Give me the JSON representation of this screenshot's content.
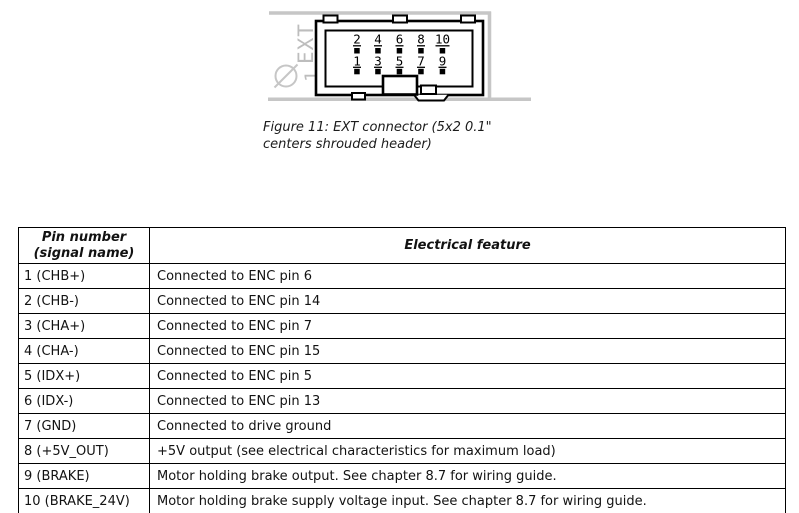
{
  "figure": {
    "caption_line1": "Figure 11: EXT connector (5x2 0.1\"",
    "caption_line2": "centers shrouded header)",
    "silkscreen_label": "EXT",
    "pin1_marker": "1",
    "pins_top": [
      "2",
      "4",
      "6",
      "8",
      "10"
    ],
    "pins_bottom": [
      "1",
      "3",
      "5",
      "7",
      "9"
    ]
  },
  "colors": {
    "silkscreen_gray": "#c6c6c6",
    "label_gray": "#bdbdbd",
    "outline_black": "#000000",
    "text": "#121212"
  },
  "table": {
    "headers": {
      "col1_line1": "Pin number",
      "col1_line2": "(signal name)",
      "col2": "Electrical feature"
    },
    "rows": [
      {
        "pin": "1 (CHB+)",
        "feature": "Connected to ENC pin 6"
      },
      {
        "pin": "2 (CHB-)",
        "feature": "Connected to ENC pin 14"
      },
      {
        "pin": "3 (CHA+)",
        "feature": "Connected to ENC pin 7"
      },
      {
        "pin": "4 (CHA-)",
        "feature": "Connected to ENC pin 15"
      },
      {
        "pin": "5 (IDX+)",
        "feature": "Connected to ENC pin 5"
      },
      {
        "pin": "6 (IDX-)",
        "feature": "Connected to ENC pin 13"
      },
      {
        "pin": "7 (GND)",
        "feature": "Connected to drive ground"
      },
      {
        "pin": "8 (+5V_OUT)",
        "feature": "+5V output (see electrical characteristics for maximum load)"
      },
      {
        "pin": "9 (BRAKE)",
        "feature": "Motor holding brake output. See chapter 8.7 for wiring guide."
      },
      {
        "pin": "10 (BRAKE_24V)",
        "feature": "Motor holding brake supply voltage input. See chapter 8.7 for wiring guide."
      }
    ]
  }
}
